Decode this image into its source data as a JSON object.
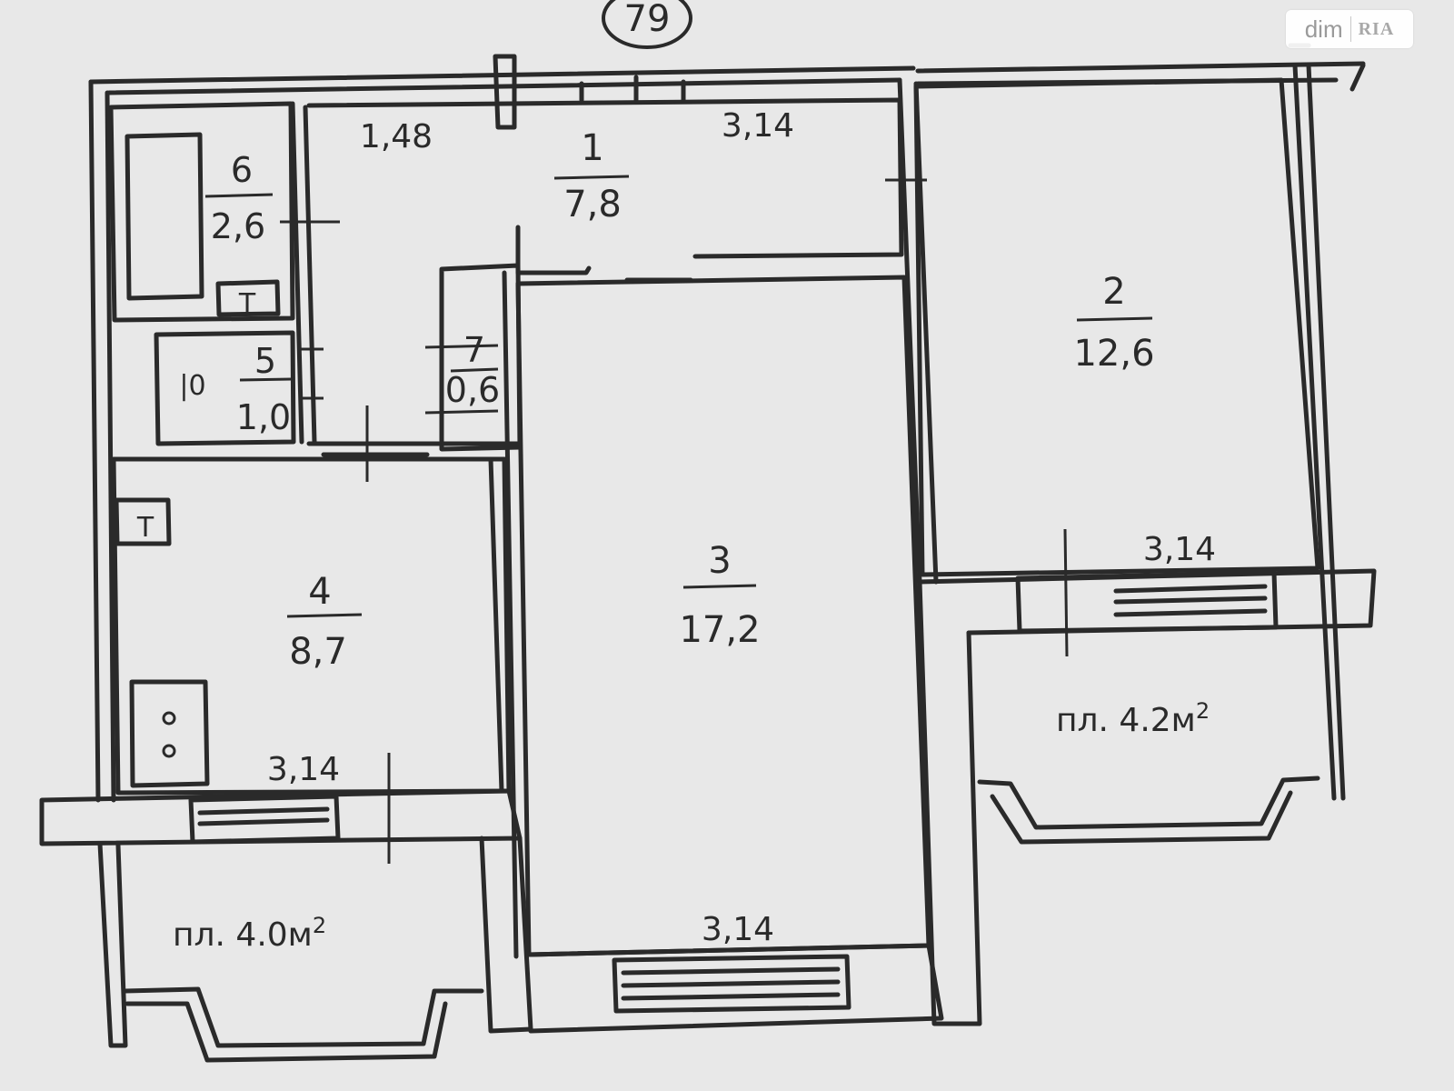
{
  "header": {
    "circle_label": "79"
  },
  "watermark": {
    "brand": "dim",
    "logo_text": "RIA"
  },
  "rooms": [
    {
      "id": "1",
      "number": "1",
      "area": "7,8"
    },
    {
      "id": "2",
      "number": "2",
      "area": "12,6"
    },
    {
      "id": "3",
      "number": "3",
      "area": "17,2"
    },
    {
      "id": "4",
      "number": "4",
      "area": "8,7"
    },
    {
      "id": "5",
      "number": "5",
      "area": "1,0"
    },
    {
      "id": "6",
      "number": "6",
      "area": "2,6"
    },
    {
      "id": "7",
      "number": "7",
      "area": "0,6"
    }
  ],
  "dimensions": {
    "hall_left": "1,48",
    "hall_right": "3,14",
    "bedroom_window": "3,14",
    "kitchen_window": "3,14",
    "living_window": "3,14"
  },
  "balconies": {
    "left_prefix": "пл. 4.0м",
    "left_sup": "2",
    "right_prefix": "пл. 4.2м",
    "right_sup": "2"
  },
  "fixtures": {
    "toilet_symbol": "|0",
    "bath_tap_symbol": "T",
    "kitchen_sink_symbol": "T"
  },
  "colors": {
    "paper": "#e8e8e8",
    "ink": "#2a2a2a"
  }
}
